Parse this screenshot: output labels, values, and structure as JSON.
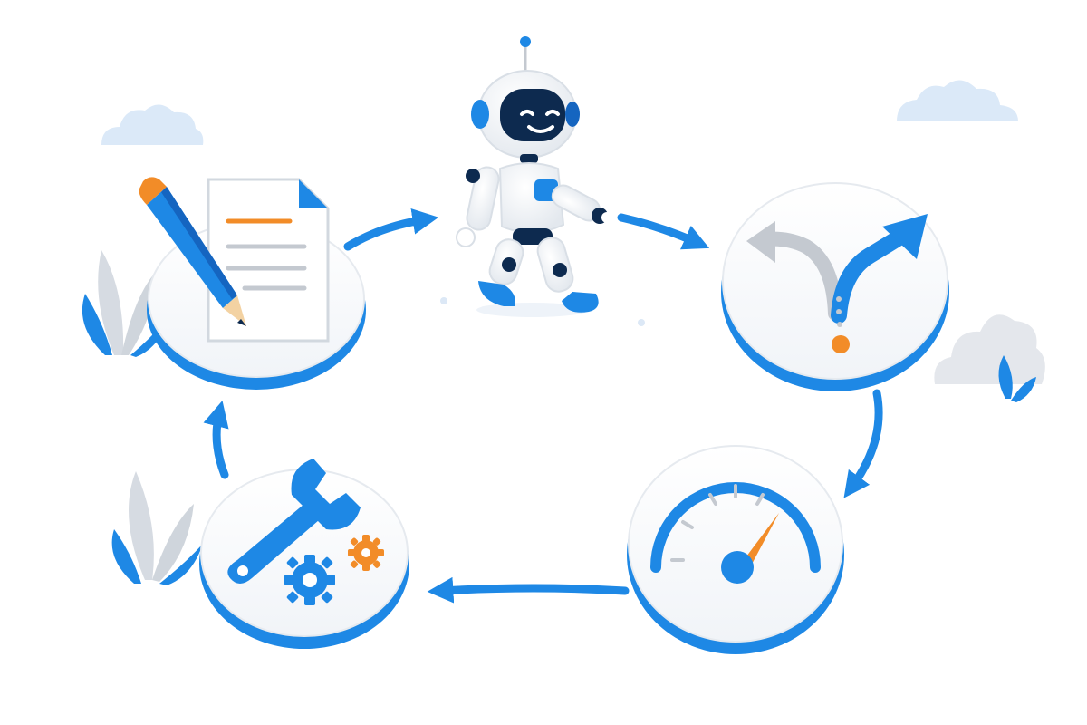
{
  "diagram": {
    "type": "cycle",
    "steps": [
      {
        "id": "plan",
        "icon": "document-pencil-icon"
      },
      {
        "id": "act",
        "icon": "walking-robot"
      },
      {
        "id": "choose",
        "icon": "branching-arrows-icon"
      },
      {
        "id": "measure",
        "icon": "gauge-icon"
      },
      {
        "id": "adjust",
        "icon": "wrench-gears-icon"
      }
    ],
    "flow": "clockwise",
    "colors": {
      "accent": "#1e88e5",
      "accent_dark": "#1565c0",
      "orange": "#f28c28",
      "navy": "#0d2a4f",
      "gray": "#c4c9d0",
      "cloud": "#dbe9f8"
    }
  }
}
